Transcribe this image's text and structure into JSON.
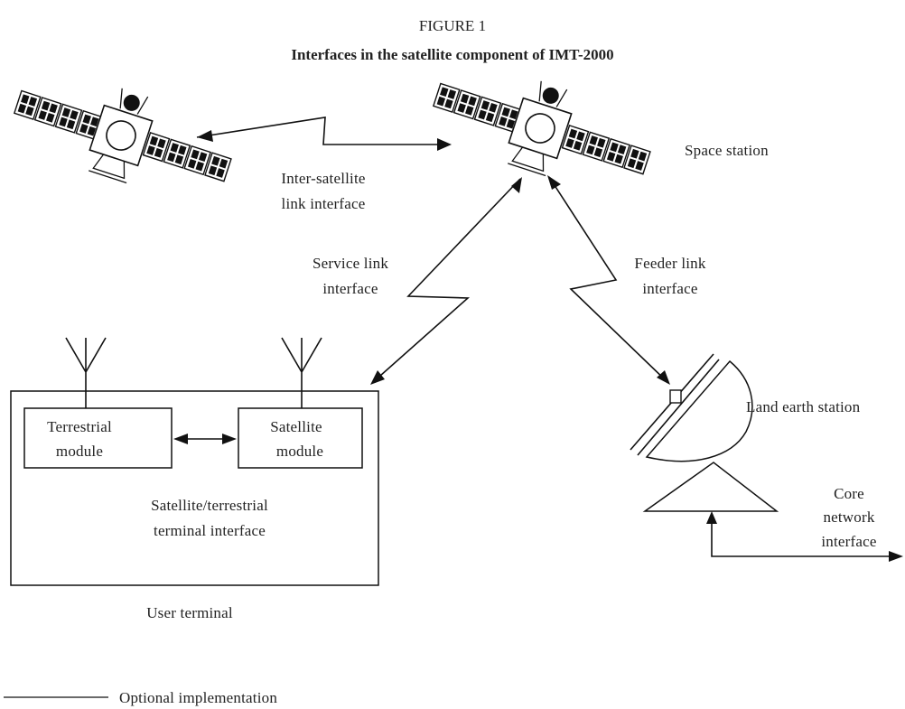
{
  "figure": {
    "number_label": "FIGURE 1",
    "title": "Interfaces in the satellite component of IMT-2000"
  },
  "nodes": {
    "space_station": "Space station",
    "land_earth_station": "Land earth station",
    "user_terminal": "User terminal",
    "terrestrial_module": [
      "Terrestrial",
      "module"
    ],
    "satellite_module": [
      "Satellite",
      "module"
    ]
  },
  "interfaces": {
    "inter_satellite": [
      "Inter-satellite",
      "link interface"
    ],
    "service_link": [
      "Service link",
      "interface"
    ],
    "feeder_link": [
      "Feeder link",
      "interface"
    ],
    "sat_terrestrial_terminal": [
      "Satellite/terrestrial",
      "terminal interface"
    ],
    "core_network": [
      "Core",
      "network",
      "interface"
    ]
  },
  "legend": {
    "optional_implementation": "Optional implementation"
  }
}
